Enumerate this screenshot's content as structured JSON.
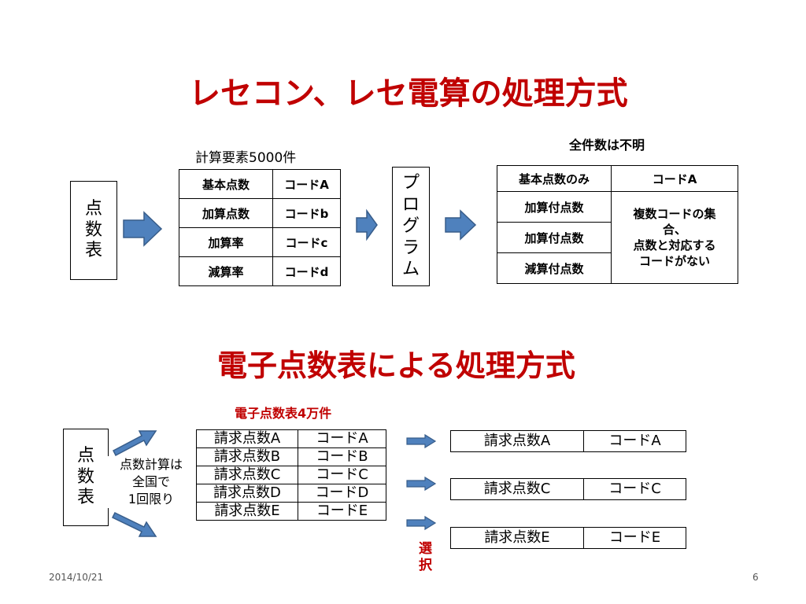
{
  "slide": {
    "title_top": "レセコン、レセ電算の処理方式",
    "title_bottom": "電子点数表による処理方式",
    "date": "2014/10/21",
    "page_number": "6"
  },
  "top": {
    "source_box_chars": [
      "点",
      "数",
      "表"
    ],
    "calc_label": "計算要素5000件",
    "calc_table": [
      [
        "基本点数",
        "コードA"
      ],
      [
        "加算点数",
        "コードb"
      ],
      [
        "加算率",
        "コードc"
      ],
      [
        "減算率",
        "コードd"
      ]
    ],
    "program_chars": [
      "プ",
      "ロ",
      "グ",
      "ラ",
      "ム"
    ],
    "result_label": "全件数は不明",
    "result_table": {
      "header": [
        "基本点数のみ",
        "コードA"
      ],
      "rows": [
        "加算付点数",
        "加算付点数",
        "減算付点数"
      ],
      "merged_note_lines": [
        "複数コードの集",
        "合、",
        "点数と対応する",
        "コードがない"
      ]
    }
  },
  "bottom": {
    "source_box_chars": [
      "点",
      "数",
      "表"
    ],
    "note_lines": [
      "点数計算は",
      "全国で",
      "1回限り"
    ],
    "e_table_label": "電子点数表4万件",
    "e_table": [
      [
        "請求点数A",
        "コードA"
      ],
      [
        "請求点数B",
        "コードB"
      ],
      [
        "請求点数C",
        "コードC"
      ],
      [
        "請求点数D",
        "コードD"
      ],
      [
        "請求点数E",
        "コードE"
      ]
    ],
    "select_chars": [
      "選",
      "択"
    ],
    "selected": [
      [
        "請求点数A",
        "コードA"
      ],
      [
        "請求点数C",
        "コードC"
      ],
      [
        "請求点数E",
        "コードE"
      ]
    ]
  },
  "colors": {
    "title": "#c00000",
    "arrow_fill": "#4f81bd",
    "arrow_stroke": "#385d8a"
  },
  "icons": [
    "right-arrow-icon",
    "diagonal-arrow-icon"
  ]
}
